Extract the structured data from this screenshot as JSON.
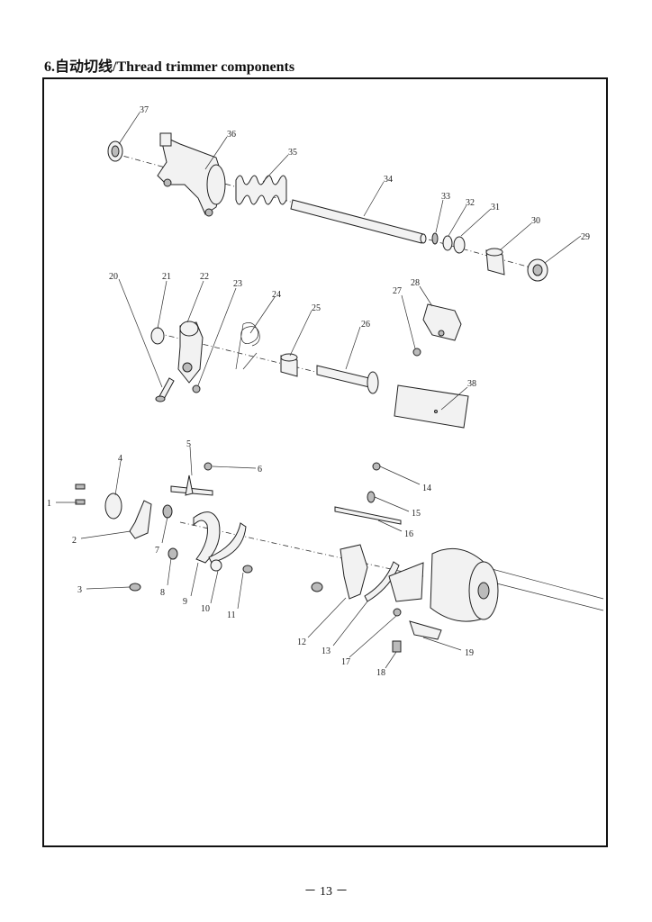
{
  "header": {
    "title": "6.自动切线/Thread trimmer components"
  },
  "footer": {
    "page_number": "－ 13 －"
  },
  "callouts": [
    "1",
    "2",
    "3",
    "4",
    "5",
    "6",
    "7",
    "8",
    "9",
    "10",
    "11",
    "12",
    "13",
    "14",
    "15",
    "16",
    "17",
    "18",
    "19",
    "20",
    "21",
    "22",
    "23",
    "24",
    "25",
    "26",
    "27",
    "28",
    "29",
    "30",
    "31",
    "32",
    "33",
    "34",
    "35",
    "36",
    "37",
    "38"
  ]
}
